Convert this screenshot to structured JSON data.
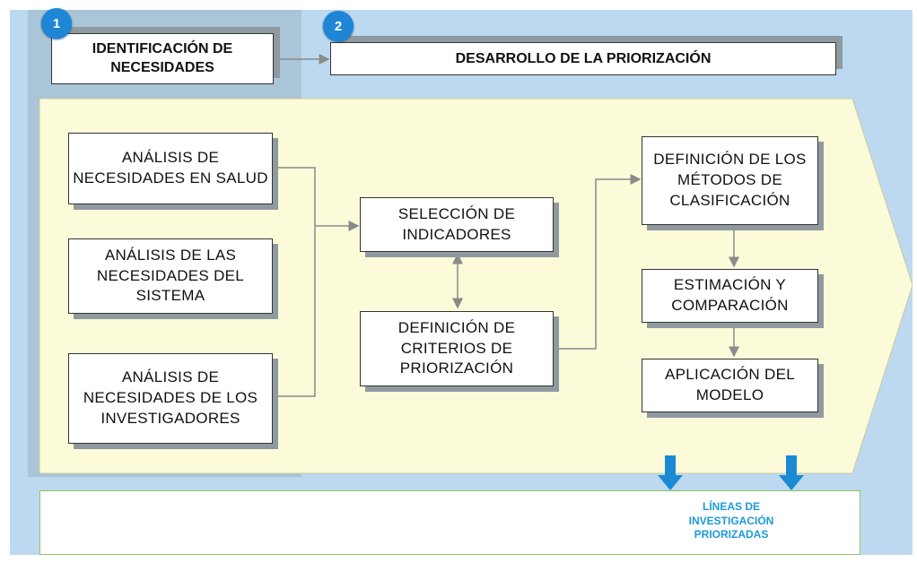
{
  "steps": [
    {
      "number": "1",
      "title": "IDENTIFICACIÓN DE NECESIDADES"
    },
    {
      "number": "2",
      "title": "DESARROLLO DE LA PRIORIZACIÓN"
    }
  ],
  "needs": {
    "health": "ANÁLISIS DE NECESIDADES EN SALUD",
    "system": "ANÁLISIS DE LAS NECESIDADES DEL SISTEMA",
    "researchers": "ANÁLISIS DE NECESIDADES DE LOS INVESTIGADORES"
  },
  "process": {
    "indicators": "SELECCIÓN DE INDICADORES",
    "criteria": "DEFINICIÓN DE CRITERIOS DE PRIORIZACIÓN",
    "methods": "DEFINICIÓN DE LOS MÉTODOS DE CLASIFICACIÓN",
    "estimation": "ESTIMACIÓN Y COMPARACIÓN",
    "application": "APLICACIÓN DEL MODELO"
  },
  "output": {
    "label": "LÍNEAS DE INVESTIGACIÓN PRIORIZADAS"
  },
  "colors": {
    "background": "#bcd9ef",
    "process_area": "#fbfbd9",
    "badge": "#1f86d6",
    "down_arrow": "#1b8ad3",
    "output_text": "#1b9ad6"
  }
}
